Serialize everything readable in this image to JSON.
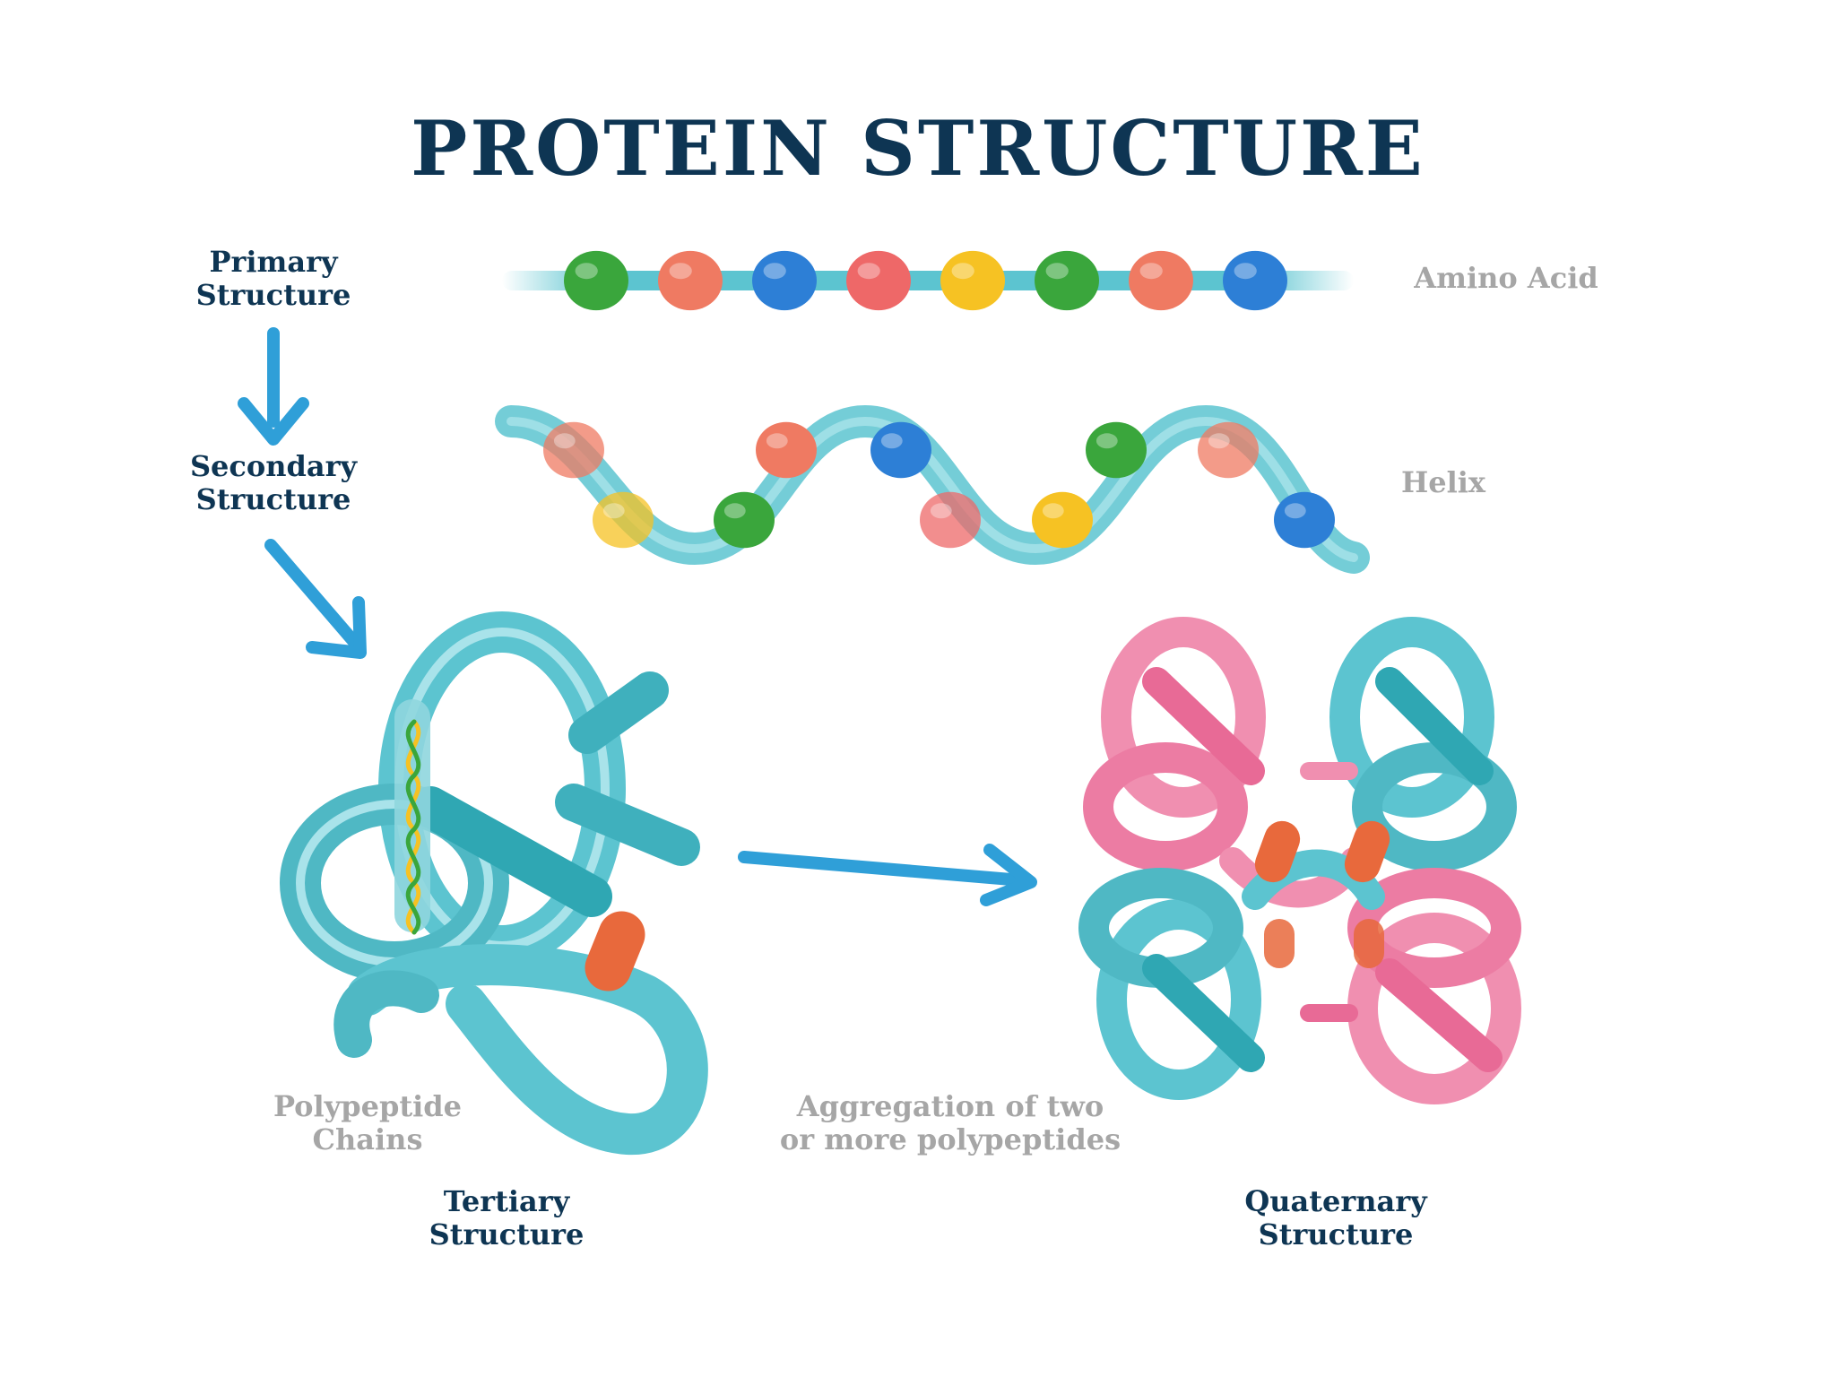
{
  "title": "PROTEIN STRUCTURE",
  "labels": {
    "primary": [
      "Primary",
      "Structure"
    ],
    "secondary": [
      "Secondary",
      "Structure"
    ],
    "tertiary": [
      "Tertiary",
      "Structure"
    ],
    "quaternary": [
      "Quaternary",
      "Structure"
    ],
    "amino_acid": "Amino Acid",
    "helix": "Helix",
    "polypeptide": [
      "Polypeptide",
      "Chains"
    ],
    "aggregation": [
      "Aggregation of two",
      "or more polypeptides"
    ]
  },
  "colors": {
    "title": "#0e3553",
    "arrow": "#2f9fd8",
    "strand": "#5cc4d0",
    "strand_dark": "#2fa7b3",
    "pink": "#f08fb0",
    "pink_dark": "#e86a96",
    "bead_green": "#3aa63c",
    "bead_salmon": "#ef7a62",
    "bead_blue": "#2d7fd6",
    "bead_red": "#ee6868",
    "bead_yellow": "#f6c223",
    "knob": "#e8693c"
  },
  "primary_beads": [
    "green",
    "salmon",
    "blue",
    "red",
    "yellow",
    "green",
    "salmon",
    "blue"
  ],
  "helix_beads_top": [
    "salmon",
    "salmon",
    "blue",
    "green",
    "salmon"
  ],
  "helix_beads_bottom": [
    "yellow",
    "green",
    "red",
    "yellow",
    "blue"
  ]
}
